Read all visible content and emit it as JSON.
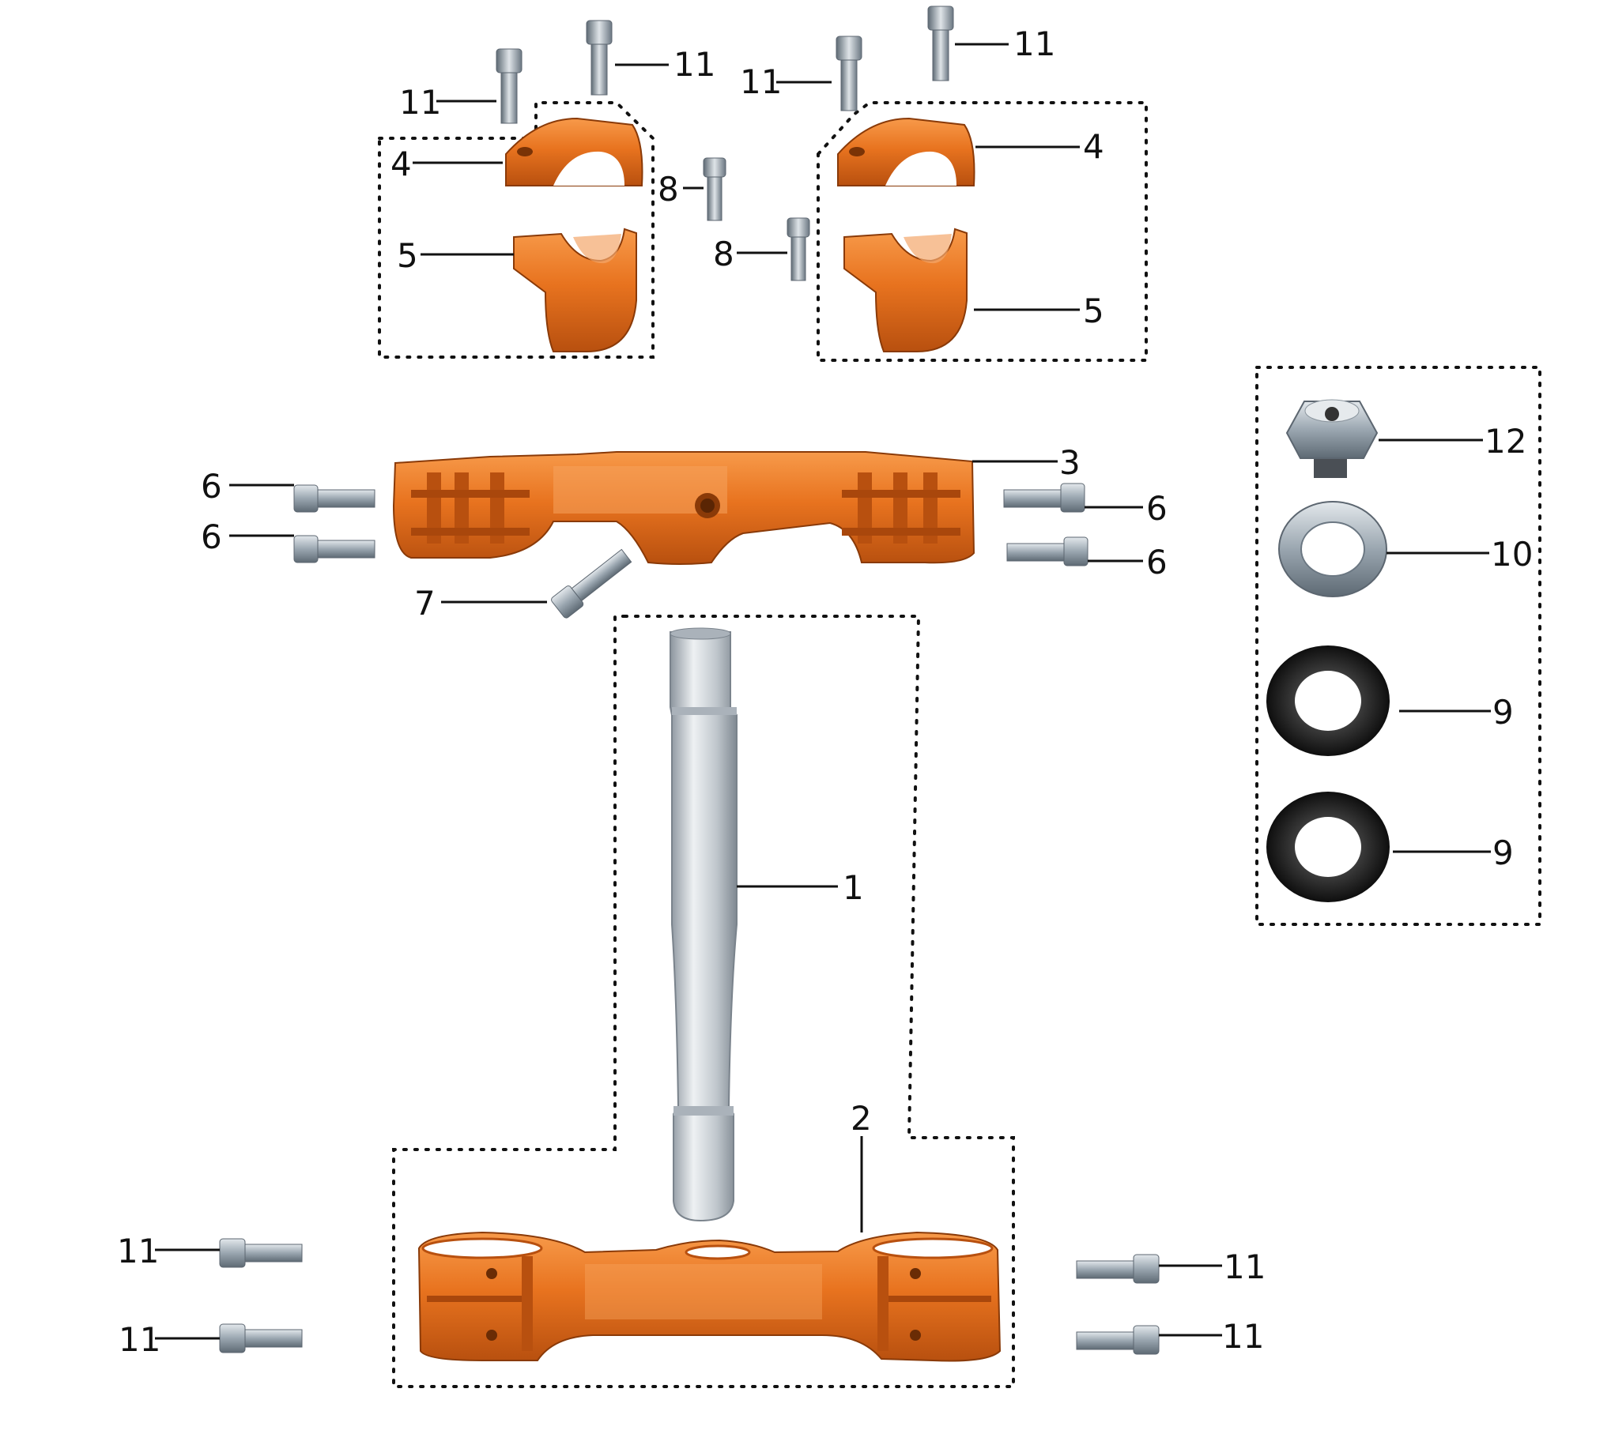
{
  "diagram": {
    "colors": {
      "anodized_orange": "#e8731f",
      "orange_shadow": "#b8500f",
      "bolt_steel": "#9aa6b0",
      "stem_silver": "#cfd5db",
      "rubber_seal": "#1b1b1b",
      "callout_text": "#111111"
    },
    "callouts": [
      {
        "id": "c11a",
        "label": "11"
      },
      {
        "id": "c11b",
        "label": "11"
      },
      {
        "id": "c11c",
        "label": "11"
      },
      {
        "id": "c11d",
        "label": "11"
      },
      {
        "id": "c4l",
        "label": "4"
      },
      {
        "id": "c4r",
        "label": "4"
      },
      {
        "id": "c5l",
        "label": "5"
      },
      {
        "id": "c5r",
        "label": "5"
      },
      {
        "id": "c8a",
        "label": "8"
      },
      {
        "id": "c8b",
        "label": "8"
      },
      {
        "id": "c3",
        "label": "3"
      },
      {
        "id": "c6a",
        "label": "6"
      },
      {
        "id": "c6b",
        "label": "6"
      },
      {
        "id": "c6c",
        "label": "6"
      },
      {
        "id": "c6d",
        "label": "6"
      },
      {
        "id": "c7",
        "label": "7"
      },
      {
        "id": "c12",
        "label": "12"
      },
      {
        "id": "c10",
        "label": "10"
      },
      {
        "id": "c9a",
        "label": "9"
      },
      {
        "id": "c9b",
        "label": "9"
      },
      {
        "id": "c1",
        "label": "1"
      },
      {
        "id": "c2",
        "label": "2"
      },
      {
        "id": "c11e",
        "label": "11"
      },
      {
        "id": "c11f",
        "label": "11"
      },
      {
        "id": "c11g",
        "label": "11"
      },
      {
        "id": "c11h",
        "label": "11"
      }
    ]
  }
}
